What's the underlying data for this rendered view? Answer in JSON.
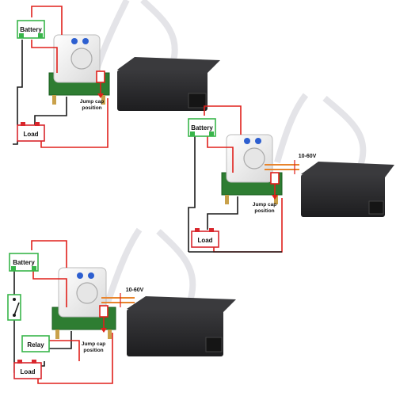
{
  "colors": {
    "wire_red": "#e0201b",
    "wire_black": "#1a1a1a",
    "wire_orange": "#e8842c",
    "box_green": "#38b54a",
    "terminal_red": "#d9262c",
    "meter_body": "#2a2a2c",
    "pcb_green": "#2e7d32",
    "sensor_white": "#f2f2f2",
    "ribbon": "#e4e4e8"
  },
  "labels": {
    "battery": "Battery",
    "load": "Load",
    "relay": "Relay",
    "jump_cap_line1": "Jump cap",
    "jump_cap_line2": "position",
    "voltage": "10-60V"
  },
  "icons": [
    "switch-icon"
  ]
}
